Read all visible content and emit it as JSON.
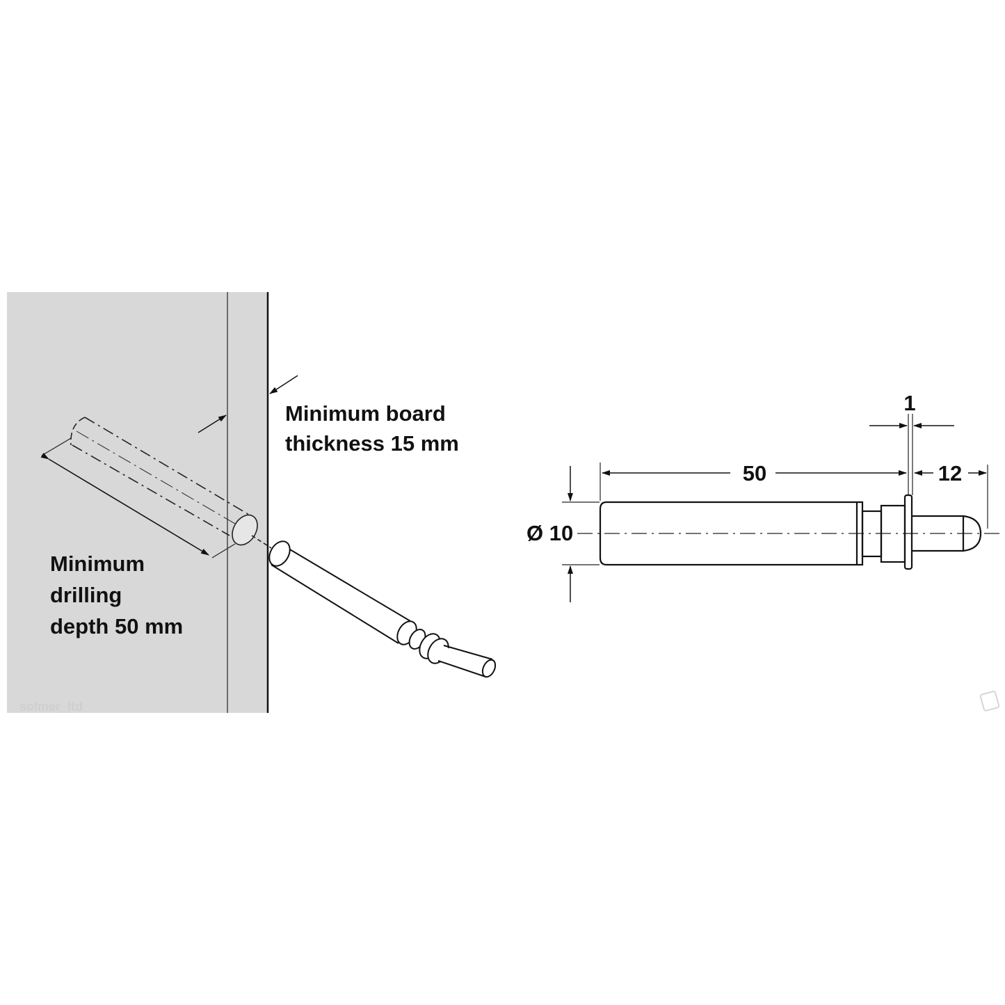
{
  "isometric_view": {
    "board_label_line1": "Minimum board",
    "board_label_line2": "thickness 15 mm",
    "drill_label_line1": "Minimum",
    "drill_label_line2": "drilling",
    "drill_label_line3": "depth 50 mm",
    "board_color": "#d8d8d8"
  },
  "side_view": {
    "dim_length": "50",
    "dim_flange": "1",
    "dim_pin": "12",
    "dim_diameter": "Ø 10"
  },
  "watermark": "solmer_ltd"
}
